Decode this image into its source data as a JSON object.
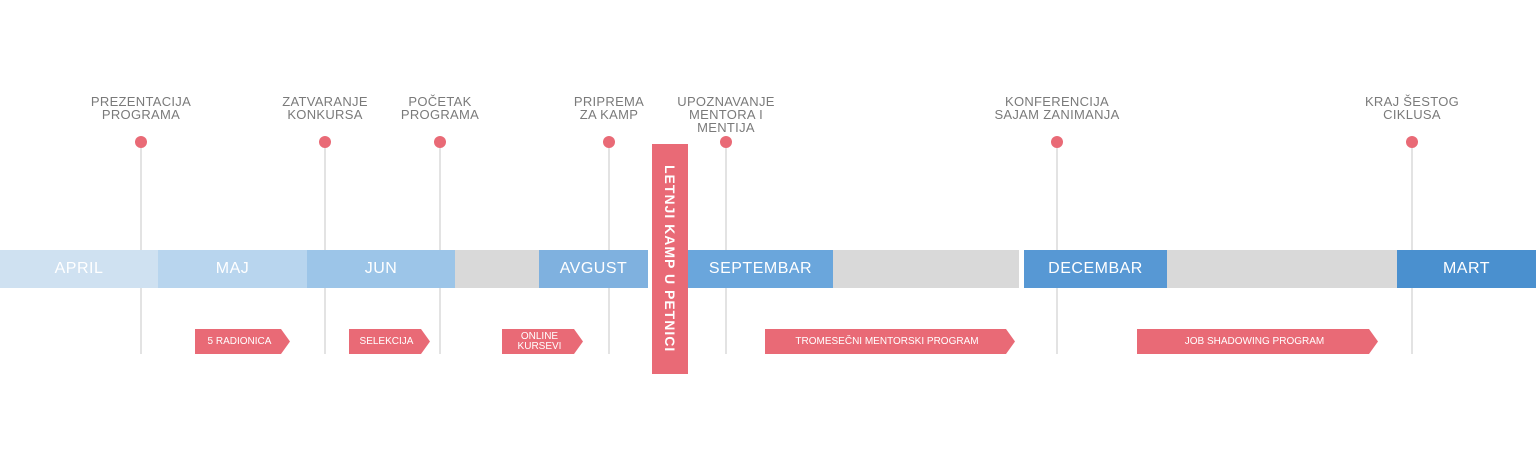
{
  "milestones": [
    {
      "label": "PREZENTACIJA\nPROGRAMA"
    },
    {
      "label": "ZATVARANJE\nKONKURSA"
    },
    {
      "label": "POČETAK\nPROGRAMA"
    },
    {
      "label": "PRIPREMA\nZA KAMP"
    },
    {
      "label": "UPOZNAVANJE\nMENTORA I\nMENTIJA"
    },
    {
      "label": "KONFERENCIJA\nSAJAM ZANIMANJA"
    },
    {
      "label": "KRAJ ŠESTOG\nCIKLUSA"
    }
  ],
  "months": [
    {
      "label": "APRIL",
      "color": "#cfe1f1"
    },
    {
      "label": "MAJ",
      "color": "#b8d5ee"
    },
    {
      "label": "JUN",
      "color": "#9cc5e8"
    },
    {
      "label": "",
      "color": "#d9d9d9"
    },
    {
      "label": "AVGUST",
      "color": "#7fb1df"
    },
    {
      "label": "SEPTEMBAR",
      "color": "#6aa6dc"
    },
    {
      "label": "",
      "color": "#d9d9d9"
    },
    {
      "label": "",
      "color": "#d9d9d9"
    },
    {
      "label": "DECEMBAR",
      "color": "#5798d4"
    },
    {
      "label": "",
      "color": "#d9d9d9"
    },
    {
      "label": "",
      "color": "#d9d9d9"
    },
    {
      "label": "MART",
      "color": "#4a90cf"
    }
  ],
  "programs": [
    {
      "label": "5 RADIONICA"
    },
    {
      "label": "SELEKCIJA"
    },
    {
      "label": "ONLINE\nKURSEVI"
    },
    {
      "label": "TROMESEČNI MENTORSKI PROGRAM"
    },
    {
      "label": "JOB SHADOWING PROGRAM"
    }
  ],
  "camp": {
    "label": "LETNJI KAMP U PETNICI"
  },
  "colors": {
    "accent": "#e96a76",
    "label": "#7a7a7a",
    "line": "#e3e3e3"
  }
}
